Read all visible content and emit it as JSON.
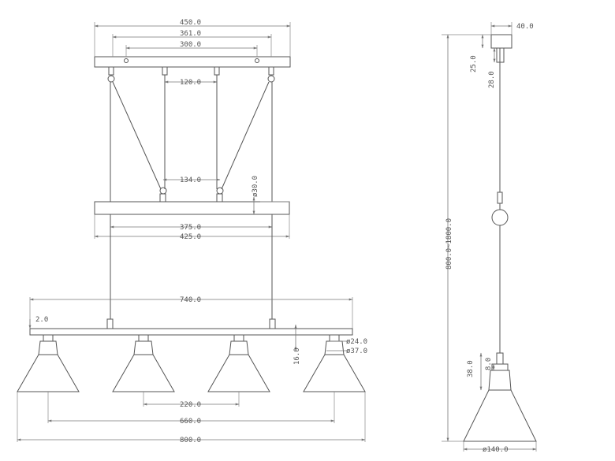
{
  "dimensions": {
    "canopy_width": "450.0",
    "mount_spacing": "361.0",
    "screw_spacing": "300.0",
    "upper_cable_spacing": "120.0",
    "lower_cable_spacing": "134.0",
    "mid_bar_height": "ø30.0",
    "mid_cable_spacing": "375.0",
    "mid_bar_width": "425.0",
    "lamp_bar_width": "740.0",
    "bar_offset": "2.0",
    "neck_height": "16.0",
    "cap_diameter": "ø24.0",
    "neck_diameter": "ø37.0",
    "shade_spacing": "220.0",
    "outer_shade_spacing": "660.0",
    "overall_width": "800.0",
    "side_canopy_depth": "40.0",
    "side_canopy_height": "25.0",
    "side_bracket_height": "28.0",
    "total_drop": "800.0~1800.0",
    "socket_height": "38.0",
    "socket_cap": "8.0",
    "shade_diameter": "ø140.0"
  }
}
